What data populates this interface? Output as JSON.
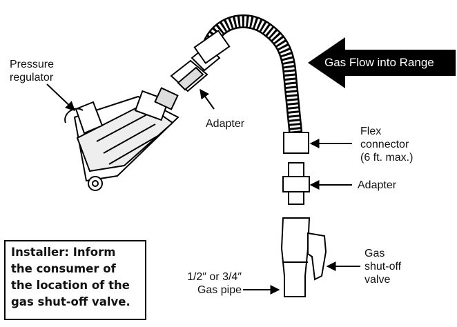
{
  "labels": {
    "pressure_regulator": [
      "Pressure",
      "regulator"
    ],
    "adapter_top": "Adapter",
    "gas_flow": "Gas Flow into Range",
    "flex_connector": [
      "Flex",
      "connector",
      "(6 ft. max.)"
    ],
    "adapter_right": "Adapter",
    "gas_shutoff_valve": [
      "Gas",
      "shut-off",
      "valve"
    ],
    "gas_pipe": [
      "1/2″ or 3/4″",
      "Gas pipe"
    ]
  },
  "installer_note": [
    "Installer: Inform",
    "the consumer of",
    "the location of the",
    "gas shut-off valve."
  ]
}
